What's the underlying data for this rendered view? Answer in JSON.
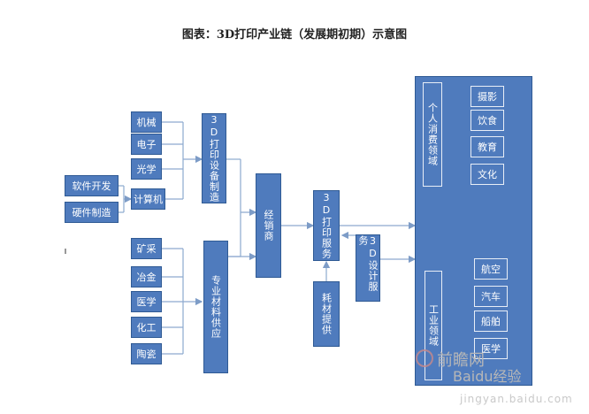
{
  "title": "图表：3D打印产业链（发展期初期）示意图",
  "sources": {
    "left": [
      "软件开发",
      "硬件制造"
    ],
    "tech": [
      "机械",
      "电子",
      "光学",
      "计算机"
    ],
    "materials": [
      "矿采",
      "冶金",
      "医学",
      "化工",
      "陶瓷"
    ]
  },
  "stage2": {
    "equipment": "3D打印设备制造",
    "materials": "专业材料供应"
  },
  "distributor": "经销商",
  "print_service": "3D打印服务",
  "consumables": "耗材提供",
  "design_service": "3D设计服务",
  "consumer": {
    "label": "个人消费领域",
    "items": [
      "摄影",
      "饮食",
      "教育",
      "文化"
    ]
  },
  "industrial": {
    "label": "工业领域",
    "items": [
      "航空",
      "汽车",
      "船舶",
      "医学"
    ]
  },
  "watermark": {
    "brand": "前瞻网",
    "site": "Baidu经验",
    "url": "jingyan.baidu.com"
  },
  "colors": {
    "box": "#4f7bbd",
    "border": "#2f5a94",
    "line": "#8da9cf"
  }
}
